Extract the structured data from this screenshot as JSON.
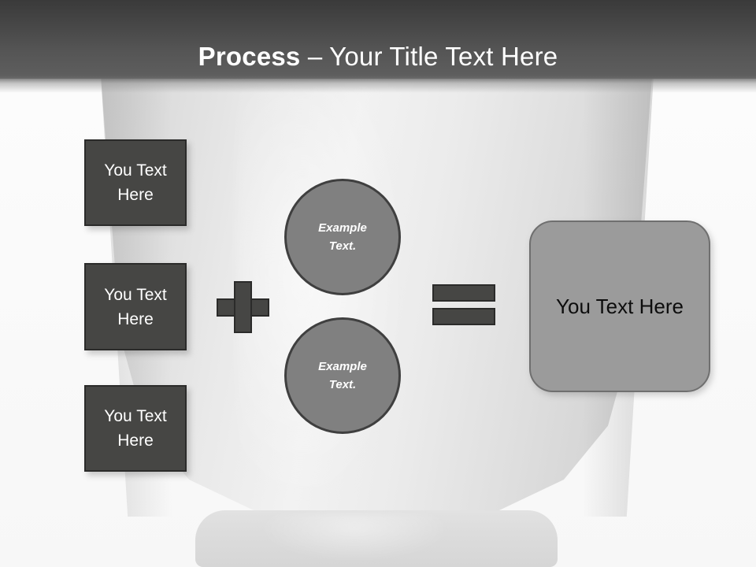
{
  "slide": {
    "title_strong": "Process",
    "title_rest": " – Your Title Text Here"
  },
  "inputs": {
    "items": [
      {
        "label": "You Text Here"
      },
      {
        "label": "You Text Here"
      },
      {
        "label": "You Text Here"
      }
    ]
  },
  "operators": {
    "plus": "+",
    "equals": "="
  },
  "circles": {
    "items": [
      {
        "line1": "Example",
        "line2": "Text."
      },
      {
        "line1": "Example",
        "line2": "Text."
      }
    ]
  },
  "result": {
    "label": "You Text Here"
  },
  "colors": {
    "header_top": "#3a3a3a",
    "header_bottom": "#5f5f5f",
    "dark_box_fill": "#464644",
    "dark_box_border": "#2b2b2a",
    "circle_fill": "#808080",
    "circle_border": "#3f3f3f",
    "result_fill": "#9b9b9b",
    "result_border": "#6f6f6f",
    "title_text": "#ffffff",
    "result_text": "#0d0d0d",
    "slide_background": "#fbfbfb"
  }
}
